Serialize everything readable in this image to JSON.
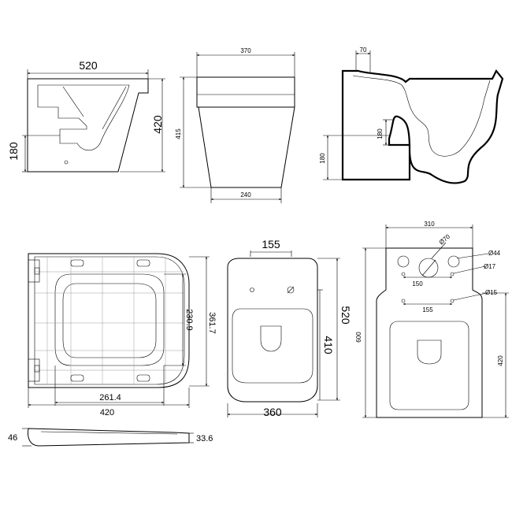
{
  "dimensions": {
    "front": {
      "width": "520",
      "height": "420",
      "inlet": "180"
    },
    "side": {
      "top": "370",
      "height": "415",
      "bottom": "240"
    },
    "section": {
      "top": "70",
      "outlet": "180",
      "floor": "180"
    },
    "seat": {
      "depth": "361.7",
      "inner": "230.9",
      "hinge": "261.4",
      "width": "420"
    },
    "seat_profile": {
      "left": "46",
      "right": "33.6"
    },
    "plan": {
      "top": "155",
      "height": "520",
      "inner": "410",
      "width": "360"
    },
    "fixing": {
      "top": "310",
      "d70": "Ø70",
      "d44": "Ø44",
      "d17": "Ø17",
      "d15": "Ø15",
      "w150": "150",
      "w155": "155",
      "h600": "600",
      "h420": "420"
    }
  }
}
